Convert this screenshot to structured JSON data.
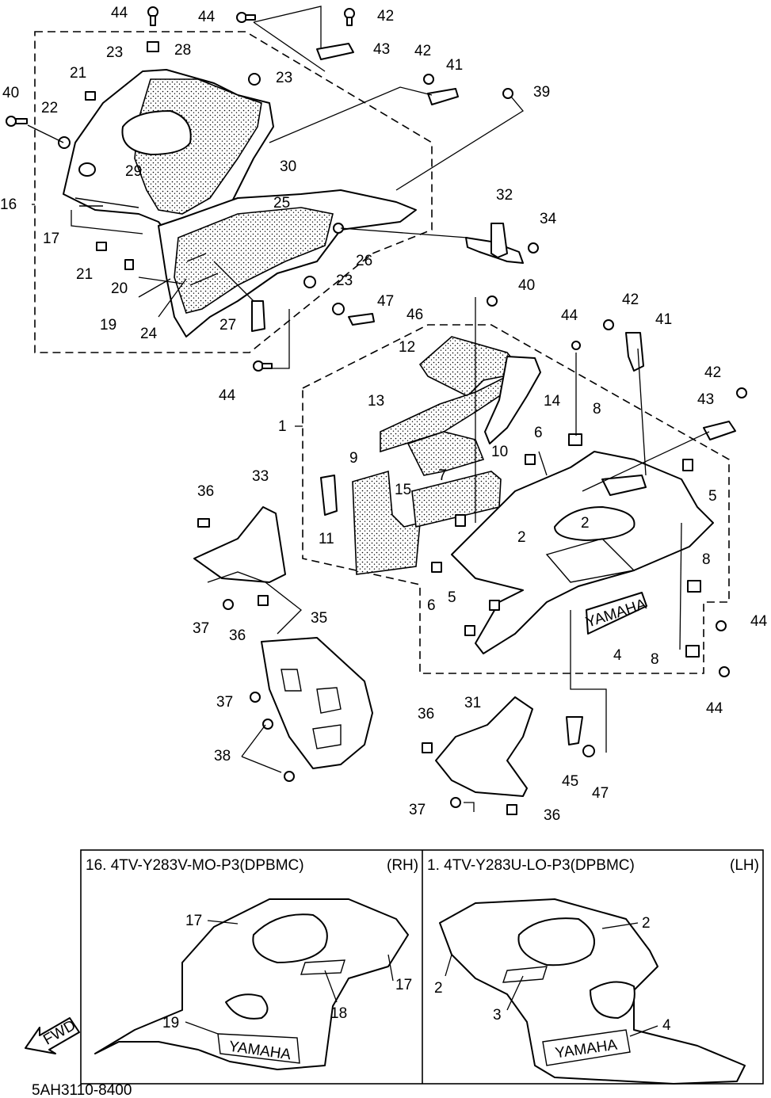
{
  "callouts": {
    "n1": "1",
    "n2a": "2",
    "n2b": "2",
    "n4": "4",
    "n5a": "5",
    "n5b": "5",
    "n6a": "6",
    "n6b": "6",
    "n7": "7",
    "n8a": "8",
    "n8b": "8",
    "n8c": "8",
    "n9": "9",
    "n10": "10",
    "n11": "11",
    "n12": "12",
    "n13": "13",
    "n14": "14",
    "n15": "15",
    "n16": "16",
    "n17": "17",
    "n19": "19",
    "n20": "20",
    "n21a": "21",
    "n21b": "21",
    "n22": "22",
    "n23a": "23",
    "n23b": "23",
    "n23c": "23",
    "n24": "24",
    "n25": "25",
    "n26": "26",
    "n27": "27",
    "n28": "28",
    "n29": "29",
    "n30": "30",
    "n31": "31",
    "n32": "32",
    "n33": "33",
    "n34": "34",
    "n35": "35",
    "n36a": "36",
    "n36b": "36",
    "n36c": "36",
    "n36d": "36",
    "n37a": "37",
    "n37b": "37",
    "n37c": "37",
    "n38": "38",
    "n39": "39",
    "n40a": "40",
    "n40b": "40",
    "n41a": "41",
    "n41b": "41",
    "n42a": "42",
    "n42b": "42",
    "n42c": "42",
    "n43a": "43",
    "n43b": "43",
    "n44a": "44",
    "n44b": "44",
    "n44c": "44",
    "n44d": "44",
    "n44e": "44",
    "n44f": "44",
    "n45": "45",
    "n46": "46",
    "n47a": "47",
    "n47b": "47"
  },
  "inset_rh": {
    "title": "16. 4TV-Y283V-MO-P3(DPBMC)",
    "side": "(RH)",
    "labels": {
      "a": "17",
      "b": "17",
      "c": "18",
      "d": "19"
    },
    "decal_brand": "YAMAHA"
  },
  "inset_lh": {
    "title": "1. 4TV-Y283U-LO-P3(DPBMC)",
    "side": "(LH)",
    "labels": {
      "a": "2",
      "b": "2",
      "c": "3",
      "d": "4"
    },
    "decal_brand": "YAMAHA"
  },
  "main_decal": "YAMAHA",
  "fwd_arrow": "FWD",
  "diagram_code": "5AH3110-8400"
}
